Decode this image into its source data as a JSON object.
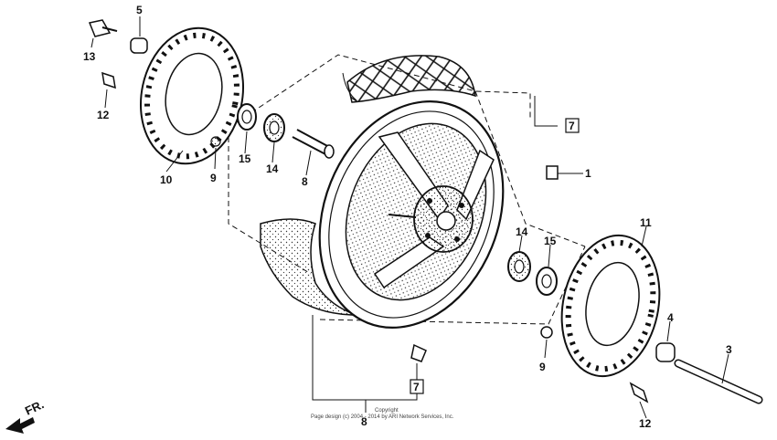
{
  "labels": {
    "l1": "1",
    "l3": "3",
    "l4": "4",
    "l5": "5",
    "l7a": "7",
    "l7b": "7",
    "l8a": "8",
    "l8b": "8",
    "l9a": "9",
    "l9b": "9",
    "l10": "10",
    "l11": "11",
    "l12a": "12",
    "l12b": "12",
    "l13": "13",
    "l14a": "14",
    "l14b": "14",
    "l15a": "15",
    "l15b": "15"
  },
  "copyright": {
    "line1": "Copyright",
    "line2": "Page design (c) 2004 - 2014 by ARI Network Services, Inc."
  },
  "direction_label": "FR."
}
